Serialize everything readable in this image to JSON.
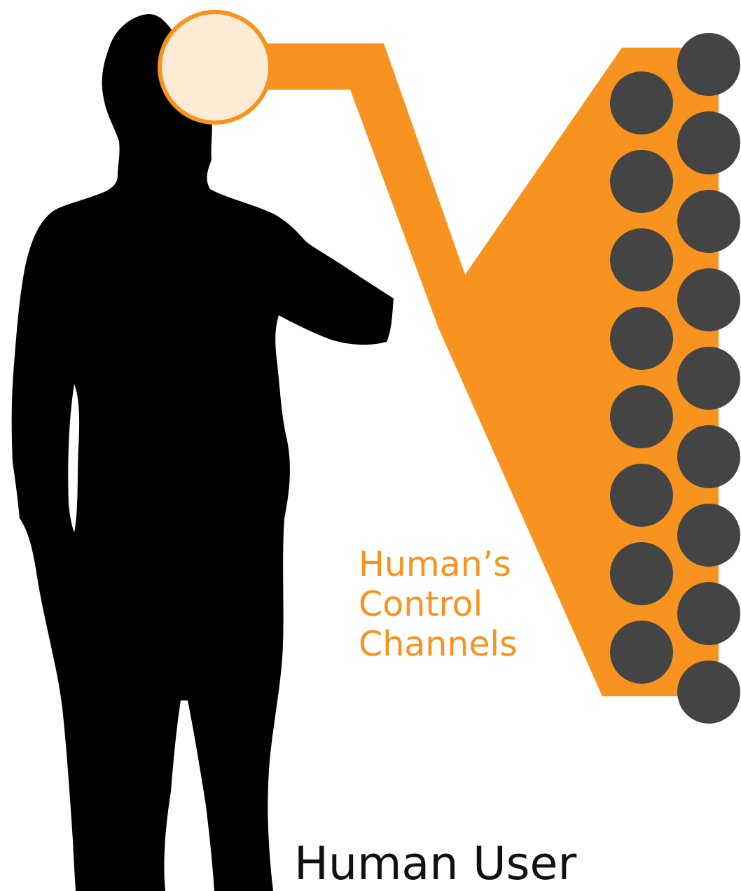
{
  "diagram": {
    "channels_label": [
      "Human’s",
      "Control",
      "Channels"
    ],
    "user_label": "Human User",
    "colors": {
      "accent": "#f7931e",
      "head_fill": "#fdebd6",
      "silhouette": "#000000",
      "node": "#444444",
      "text": "#111111"
    },
    "icons": {
      "figure": "human-silhouette",
      "head": "head-circle",
      "nodes": "control-channel-node"
    },
    "channel_nodes": {
      "left_column": 8,
      "right_column": 9
    }
  }
}
